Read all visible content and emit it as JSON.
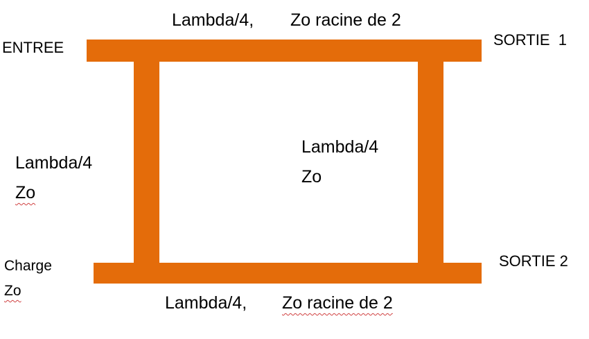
{
  "diagram": {
    "accent_color": "#e46c0a",
    "labels": {
      "top_line_lambda": "Lambda/4,",
      "top_line_impedance": "Zo racine de 2",
      "bottom_line_lambda": "Lambda/4,",
      "bottom_line_impedance": "Zo racine de 2",
      "left_line_lambda": "Lambda/4",
      "left_line_impedance": "Zo",
      "right_line_lambda": "Lambda/4",
      "right_line_impedance": "Zo",
      "input_port": "ENTREE",
      "output_port_1": "SORTIE  1",
      "output_port_2": "SORTIE 2",
      "load_port": "Charge",
      "load_impedance": "Zo"
    }
  }
}
